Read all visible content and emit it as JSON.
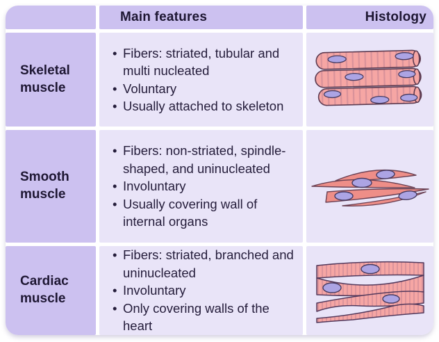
{
  "title": "Muscle types comparison table",
  "colors": {
    "header_bg": "#ccc1f0",
    "label_bg": "#ccc1f0",
    "content_bg": "#e9e4f8",
    "gap": "#ffffff",
    "text_dark": "#1e1733",
    "fiber_pink": "#f6a6a4",
    "fiber_pink_deep": "#ee8e88",
    "striation_pink": "#d9929a",
    "fiber_outline": "#5d3b51",
    "nucleus_fill": "#aca4e4",
    "nucleus_outline": "#463a60"
  },
  "table": {
    "columns": [
      "",
      "Main features",
      "Histology"
    ],
    "rows": [
      {
        "label": "Skeletal muscle",
        "features": [
          "Fibers: striated, tubular and multi nucleated",
          "Voluntary",
          "Usually attached to skeleton"
        ],
        "histology_alt": "skeletal-muscle-striated-tubular-fibers"
      },
      {
        "label": "Smooth muscle",
        "features": [
          "Fibers: non-striated, spindle-shaped, and uninucleated",
          "Involuntary",
          "Usually covering wall of internal organs"
        ],
        "histology_alt": "smooth-muscle-spindle-cells"
      },
      {
        "label": "Cardiac muscle",
        "features": [
          "Fibers: striated, branched and uninucleated",
          "Involuntary",
          "Only covering walls of the heart"
        ],
        "histology_alt": "cardiac-muscle-branched-fibers"
      }
    ]
  }
}
